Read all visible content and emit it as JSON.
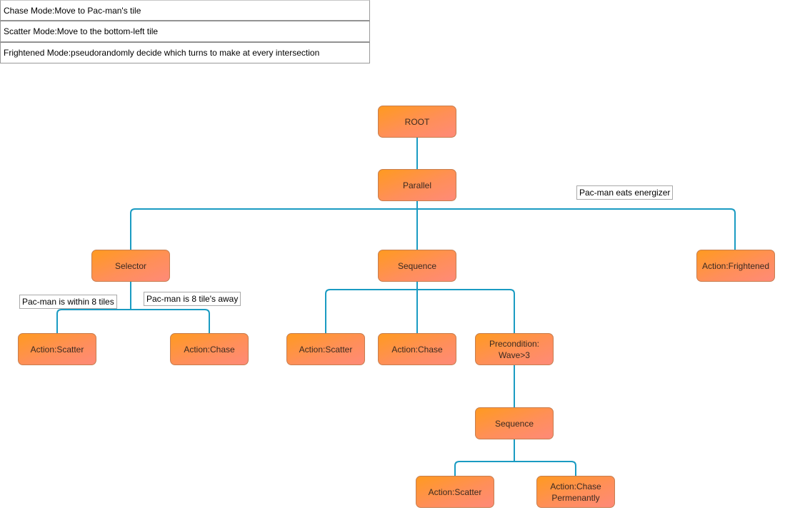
{
  "legend": [
    "Chase Mode:Move to Pac-man's tile",
    "Scatter Mode:Move to the bottom-left tile",
    "Frightened Mode:pseudorandomly decide which turns to make at every intersection"
  ],
  "nodes": {
    "root": "ROOT",
    "parallel": "Parallel",
    "selector": "Selector",
    "sequence_main": "Sequence",
    "action_frightened": "Action:Frightened",
    "selector_scatter": "Action:Scatter",
    "selector_chase": "Action:Chase",
    "sequence_scatter": "Action:Scatter",
    "sequence_chase": "Action:Chase",
    "precondition": "Precondition:\nWave>3",
    "sequence_sub": "Sequence",
    "sub_scatter": "Action:Scatter",
    "sub_chase_perm": "Action:Chase\nPermenantly"
  },
  "edge_labels": {
    "energizer": "Pac-man eats energizer",
    "within": "Pac-man is within 8 tiles",
    "away": "Pac-man is 8 tile's away"
  },
  "colors": {
    "edge": "#1a9bc2",
    "node_top": "#ff9a20",
    "node_bottom": "#ff8a78"
  }
}
